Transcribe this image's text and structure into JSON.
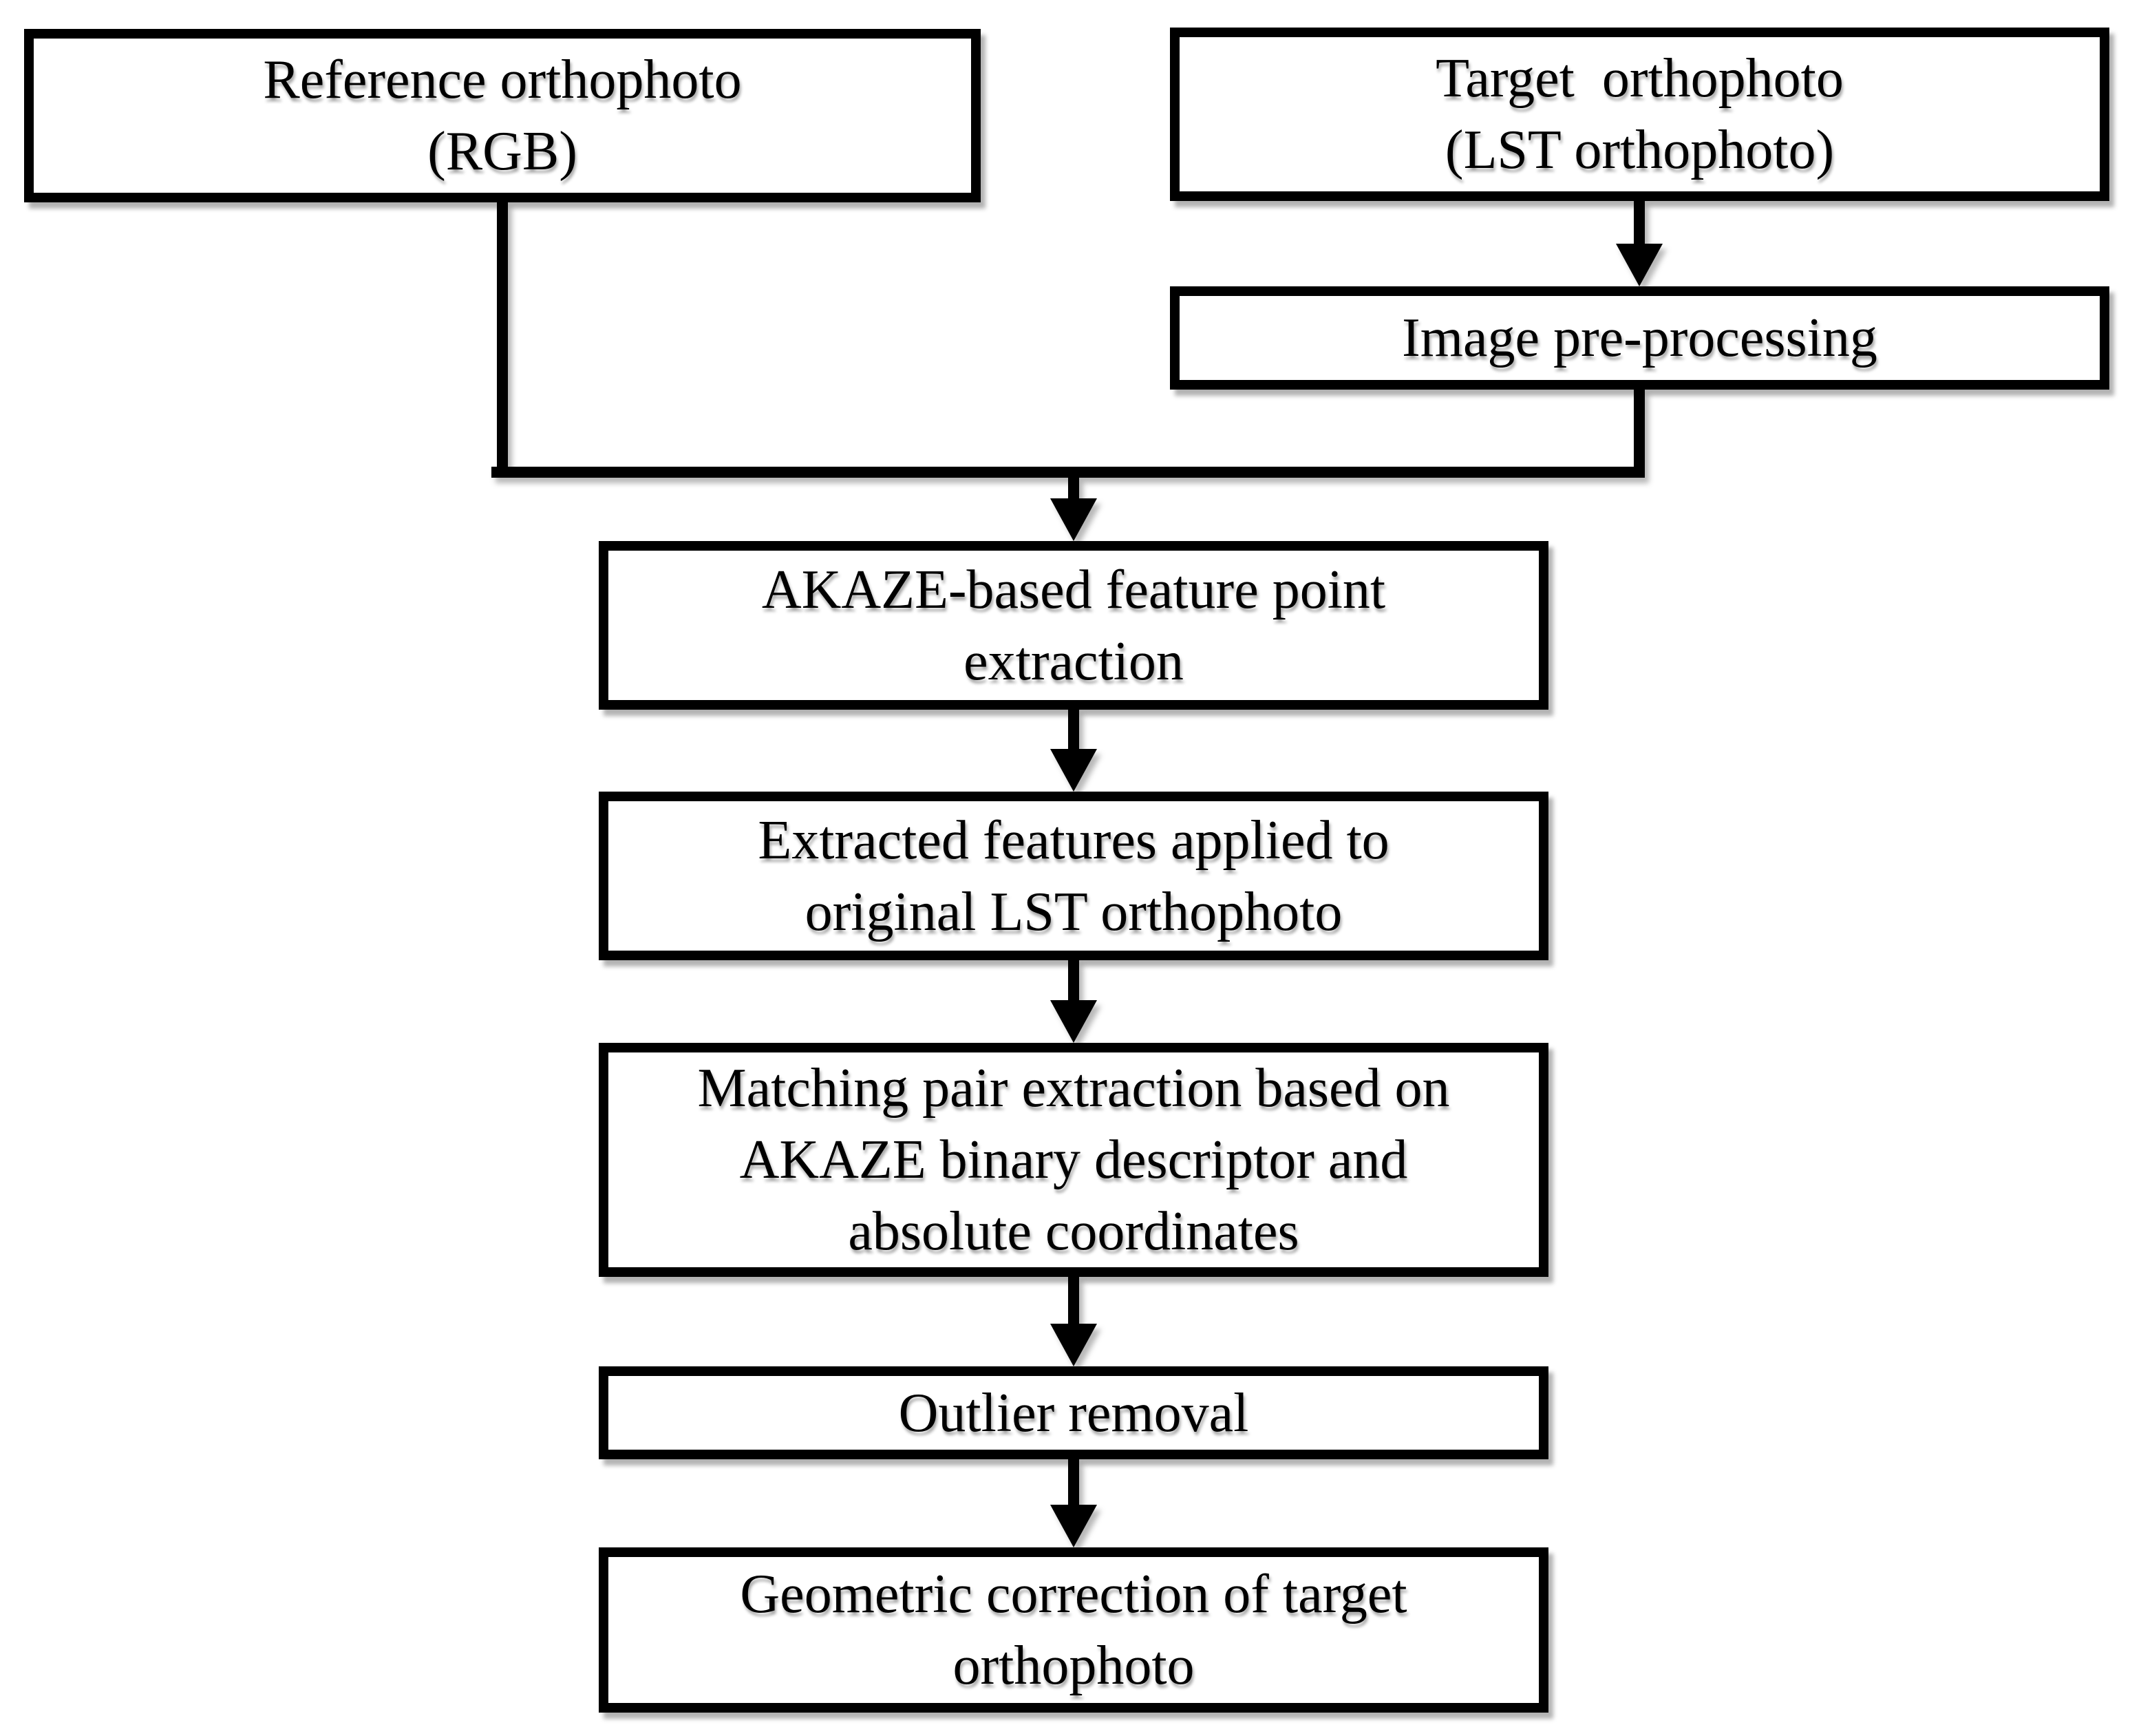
{
  "flowchart": {
    "colors": {
      "background": "#ffffff",
      "box_fill": "#ffffff",
      "box_border": "#000000",
      "text": "#000000",
      "connector": "#000000"
    },
    "boxes": [
      {
        "id": "reference-orthophoto",
        "lines": [
          "Reference orthophoto",
          "(RGB)"
        ]
      },
      {
        "id": "target-orthophoto",
        "lines": [
          "Target  orthophoto",
          "(LST orthophoto)"
        ]
      },
      {
        "id": "image-pre-processing",
        "lines": [
          "Image pre-processing"
        ]
      },
      {
        "id": "akaze-feature-extraction",
        "lines": [
          "AKAZE-based feature point",
          "extraction"
        ]
      },
      {
        "id": "extracted-features",
        "lines": [
          "Extracted features applied to",
          "original LST orthophoto"
        ]
      },
      {
        "id": "matching-pair-extraction",
        "lines": [
          "Matching pair extraction based on",
          "AKAZE binary descriptor and",
          "absolute coordinates"
        ]
      },
      {
        "id": "outlier-removal",
        "lines": [
          "Outlier removal"
        ]
      },
      {
        "id": "geometric-correction",
        "lines": [
          "Geometric correction of target",
          "orthophoto"
        ]
      }
    ],
    "edges": [
      {
        "from": "reference-orthophoto",
        "to": "akaze-feature-extraction"
      },
      {
        "from": "target-orthophoto",
        "to": "image-pre-processing"
      },
      {
        "from": "image-pre-processing",
        "to": "akaze-feature-extraction"
      },
      {
        "from": "akaze-feature-extraction",
        "to": "extracted-features"
      },
      {
        "from": "extracted-features",
        "to": "matching-pair-extraction"
      },
      {
        "from": "matching-pair-extraction",
        "to": "outlier-removal"
      },
      {
        "from": "outlier-removal",
        "to": "geometric-correction"
      }
    ]
  }
}
